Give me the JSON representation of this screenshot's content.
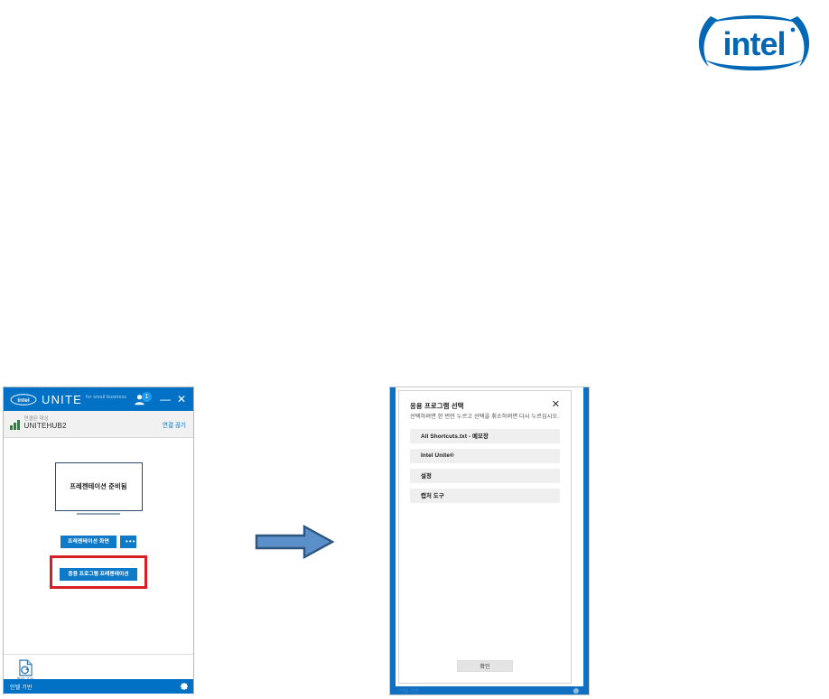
{
  "brand": {
    "logo_alt": "intel",
    "registered_mark": "®"
  },
  "unite_window": {
    "titlebar": {
      "logo": "intel-logo",
      "app_name": "UNITE",
      "tagline": "for small business",
      "user_icon": "user-icon",
      "user_badge_count": "1",
      "minimize_label": "—",
      "close_label": "✕"
    },
    "status": {
      "signal_icon": "signal-bars-icon",
      "connected_label": "연결된 대상",
      "hub_name": "UNITEHUB2",
      "disconnect_label": "연결 끊기"
    },
    "preview": {
      "text": "프레젠테이션 준비됨"
    },
    "buttons": {
      "present_screen": "프레젠테이션 화면",
      "more_label": "•••",
      "present_application": "응용 프로그램 프레젠테이션",
      "highlight_color": "#d61f23",
      "button_color": "#0f7ac7"
    },
    "tools": [
      {
        "icon": "file-share-icon",
        "label": "파일 공유"
      }
    ],
    "footer": {
      "text": "인텔 기반",
      "settings_icon": "gear-icon"
    }
  },
  "arrow": {
    "name": "flow-arrow-right",
    "fill": "#5b8fc9",
    "stroke": "#2e557f"
  },
  "app_dialog": {
    "title": "응용 프로그램 선택",
    "subtitle": "선택하려면 한 번만 누르고 선택을 취소하려면 다시 누르십시오.",
    "close_label": "✕",
    "items": [
      {
        "label": "All Shortcuts.txt - 메모장"
      },
      {
        "label": "Intel Unite®"
      },
      {
        "label": "설정"
      },
      {
        "label": "캡처 도구"
      }
    ],
    "ok_label": "확인"
  },
  "right_window": {
    "footer_text": "인텔 기반",
    "settings_icon": "gear-icon",
    "accent_color": "#0f6fc0"
  }
}
